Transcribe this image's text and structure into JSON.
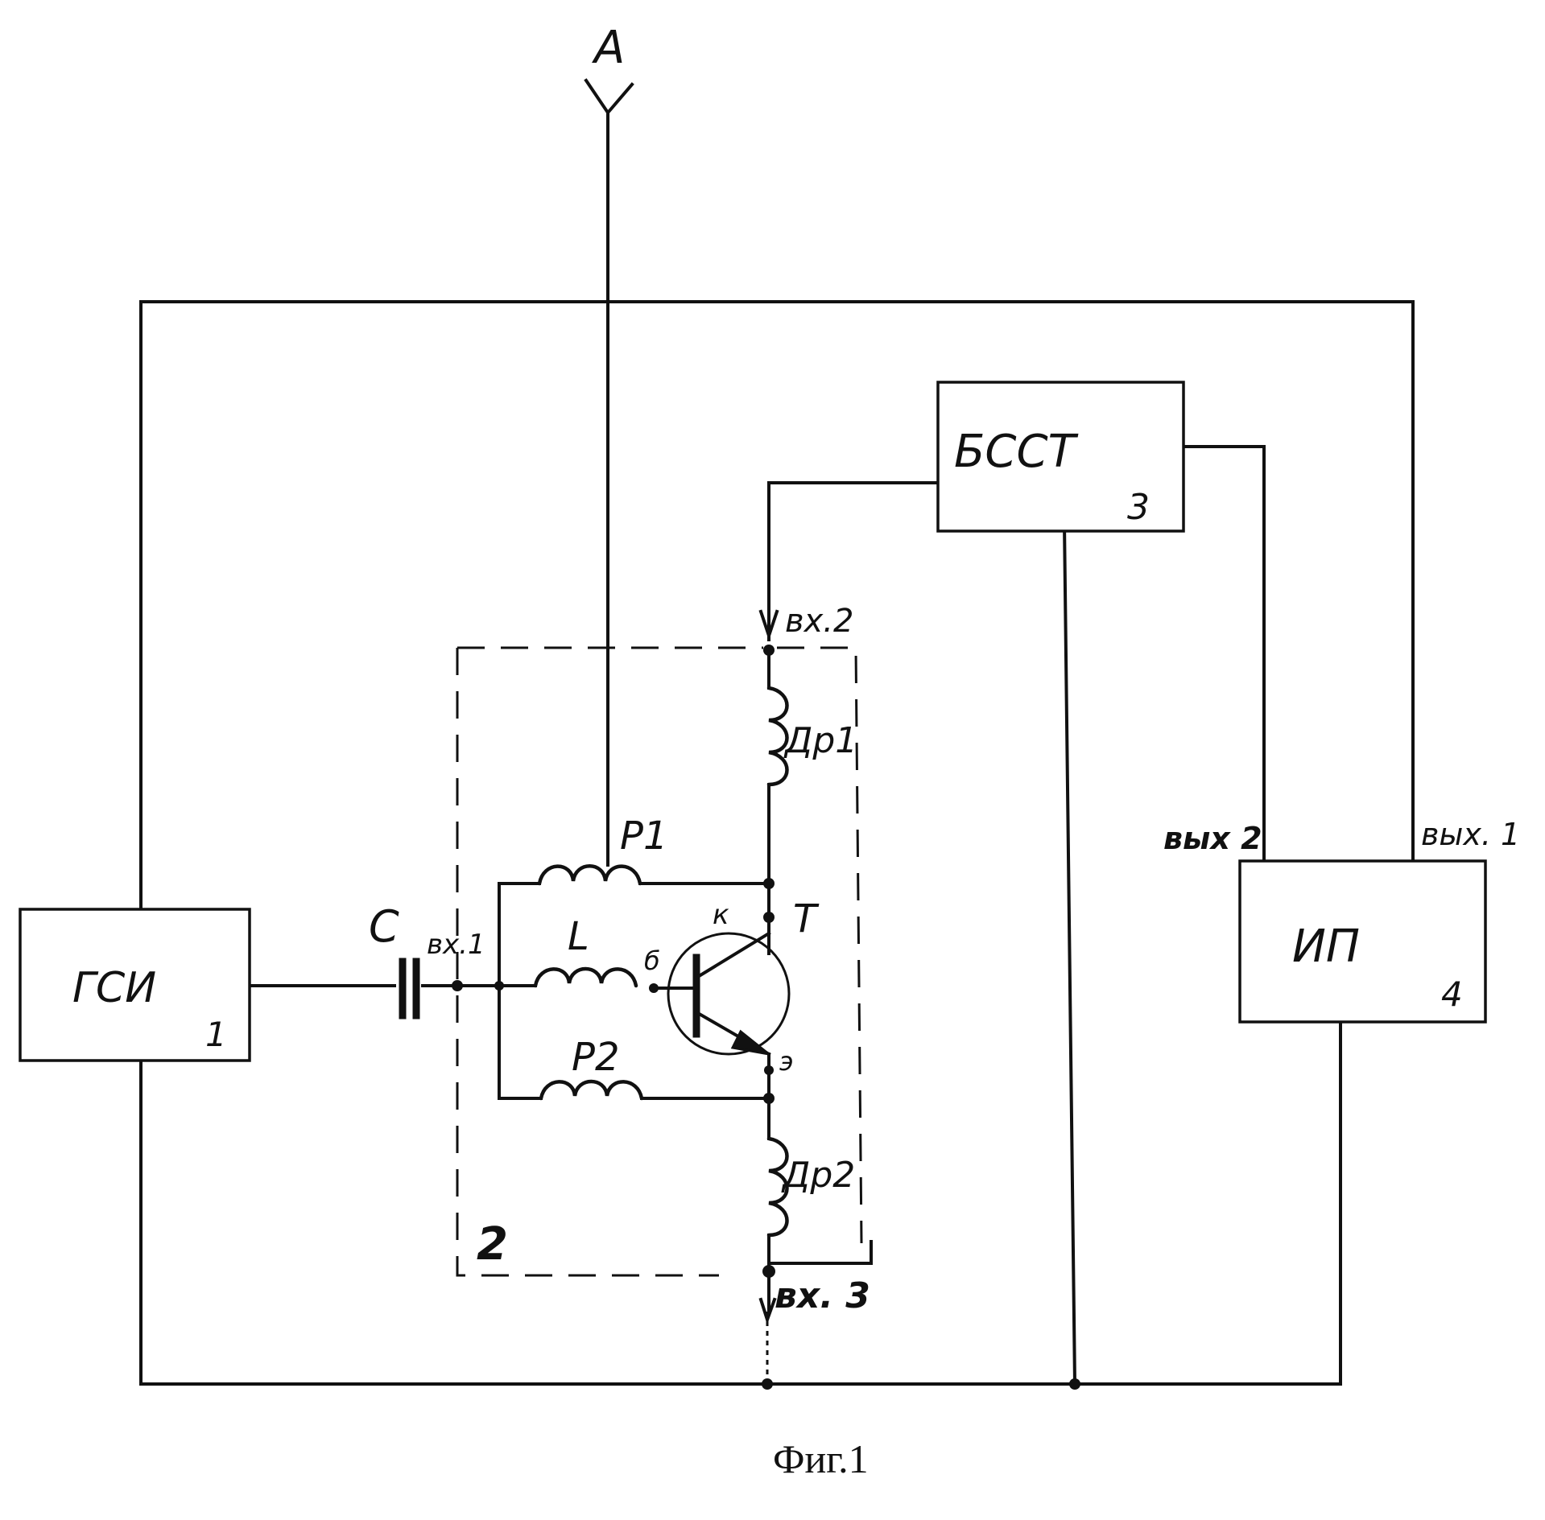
{
  "blocks": {
    "gsi": {
      "label": "ГСИ",
      "number": "1"
    },
    "network": {
      "number": "2"
    },
    "bsst": {
      "label": "БССТ",
      "number": "3"
    },
    "ip": {
      "label": "ИП",
      "number": "4"
    }
  },
  "components": {
    "antenna": "А",
    "capacitor": "С",
    "inductor": "L",
    "coil_p1": "Р1",
    "coil_p2": "Р2",
    "choke_1": "Др1",
    "choke_2": "Др2",
    "transistor": "Т",
    "collector": "к",
    "base": "б",
    "emitter": "э"
  },
  "terminals": {
    "in1": "вх.1",
    "in2": "вх.2",
    "in3": "вх. 3",
    "out1": "вых. 1",
    "out2": "вых 2"
  },
  "caption": "Фиг.1"
}
